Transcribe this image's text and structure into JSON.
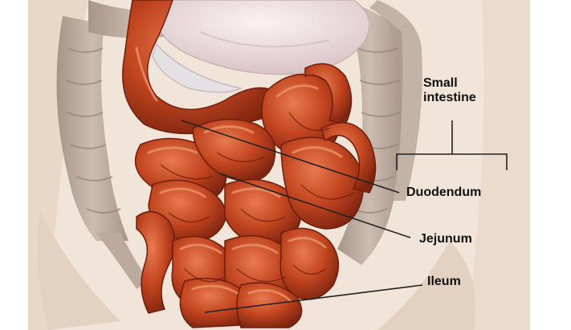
{
  "labels": {
    "small_intestine_line1": "Small",
    "small_intestine_line2": "intestine",
    "duodendum": "Duodendum",
    "jejunum": "Jejunum",
    "ileum": "Ileum"
  },
  "colors": {
    "intestine": "#c0441f",
    "intestine_dark": "#7e2410",
    "intestine_highlight": "#e97a4e",
    "colon": "#b9a89a",
    "stomach": "#efe3e4",
    "skin": "#f1e4d8",
    "leader_line": "#222222"
  }
}
